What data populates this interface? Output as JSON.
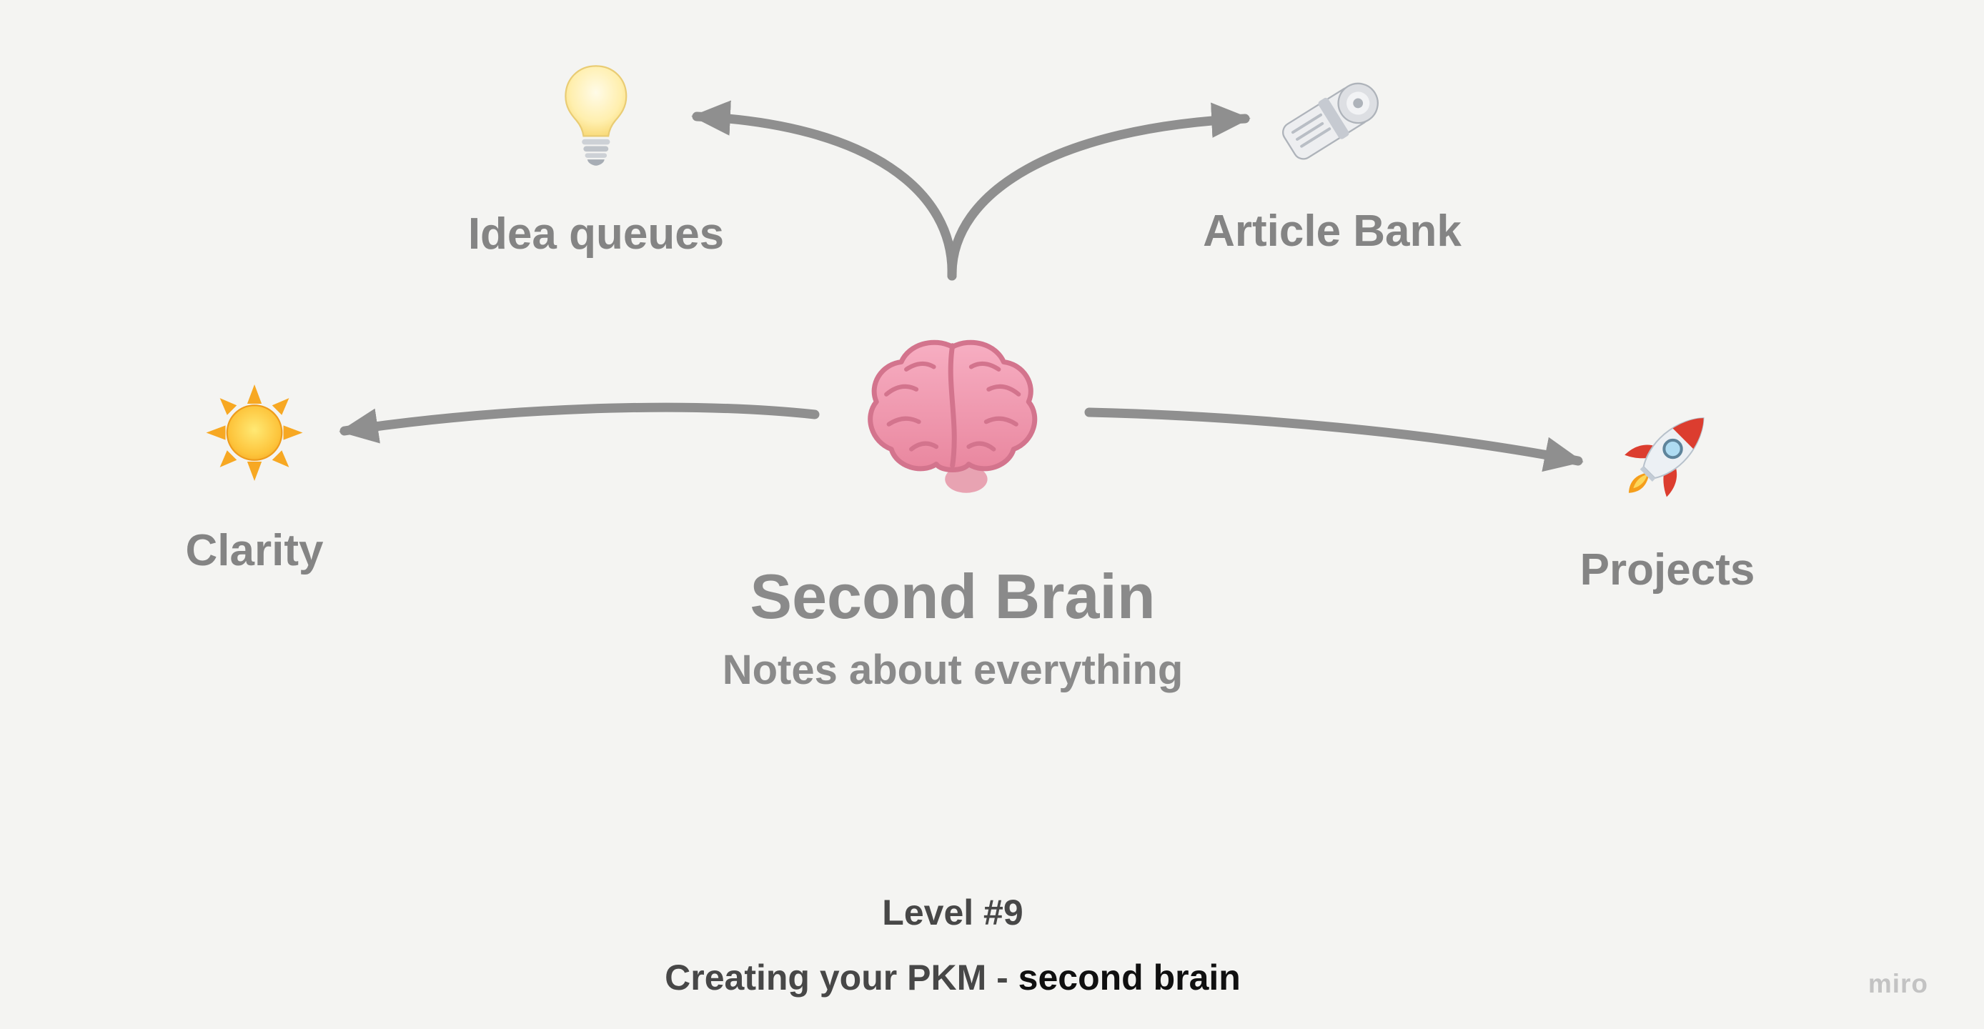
{
  "board": {
    "background": "#f4f4f2"
  },
  "center": {
    "icon": "brain-icon",
    "emoji": "🧠",
    "title": "Second Brain",
    "subtitle": "Notes about everything"
  },
  "nodes": [
    {
      "id": "idea-queues",
      "icon": "lightbulb-icon",
      "emoji": "💡",
      "label": "Idea queues"
    },
    {
      "id": "article-bank",
      "icon": "newspaper-icon",
      "emoji": "🗞️",
      "label": "Article Bank"
    },
    {
      "id": "clarity",
      "icon": "sun-icon",
      "emoji": "☀️",
      "label": "Clarity"
    },
    {
      "id": "projects",
      "icon": "rocket-icon",
      "emoji": "🚀",
      "label": "Projects"
    }
  ],
  "footer": {
    "level": "Level #9",
    "caption_prefix": "Creating your PKM - ",
    "caption_bold": "second brain"
  },
  "watermark": "miro",
  "colors": {
    "background": "#f4f4f2",
    "label_gray": "#848484",
    "title_gray": "#8a8a8a",
    "footer_gray": "#474747",
    "footer_dark": "#101010",
    "arrow_gray": "#8f8f8f",
    "watermark_gray": "#c3c3c3"
  }
}
